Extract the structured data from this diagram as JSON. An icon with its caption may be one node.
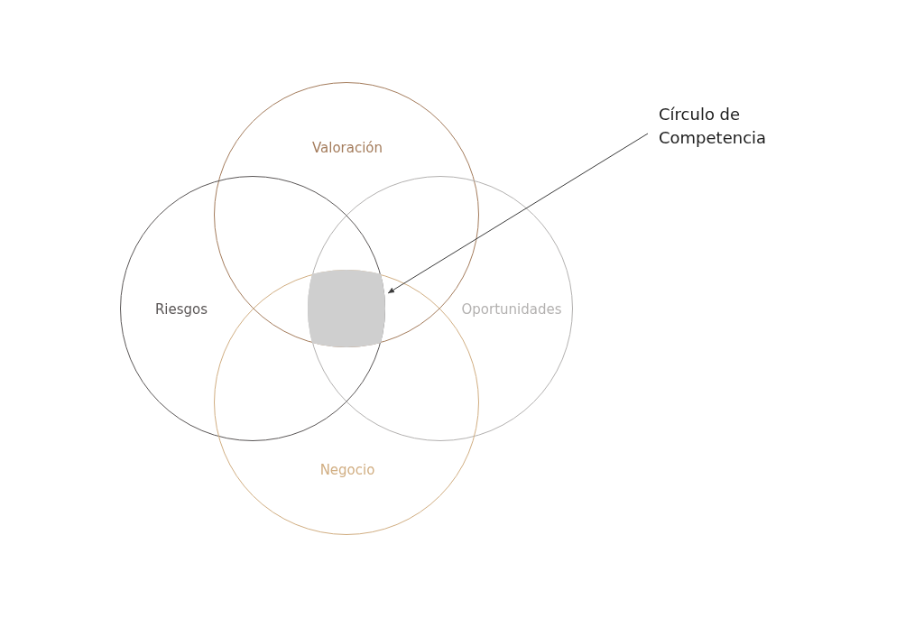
{
  "diagram": {
    "nodes": [
      {
        "text": [
          "Valoración"
        ]
      },
      {
        "text": [
          "Riesgos"
        ]
      },
      {
        "text": [
          "Oportunidades"
        ]
      },
      {
        "text": [
          "Negocio"
        ]
      },
      {
        "text": [
          "Círculo de Competencia"
        ]
      },
      {
        "text": [],
        "shape": "box"
      }
    ],
    "edges": [
      {
        "from": 4,
        "to": 5,
        "arrow": "to"
      }
    ]
  }
}
